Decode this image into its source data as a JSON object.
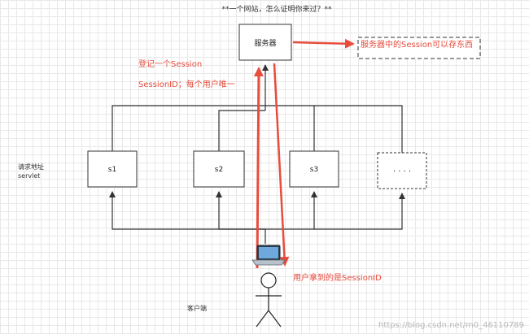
{
  "title": "**一个网站，怎么证明你来过？**",
  "server": {
    "label": "服务器"
  },
  "server_note": "服务器中的Session可以存东西",
  "red_labels": {
    "register": "登记一个Session",
    "session_id": "SessionID；每个用户唯一",
    "user_gets": "用户拿到的是SessionID"
  },
  "request": {
    "line1": "请求地址",
    "line2": "servlet"
  },
  "servlets": [
    {
      "label": "s1"
    },
    {
      "label": "s2"
    },
    {
      "label": "s3"
    },
    {
      "label": "· · · ·"
    }
  ],
  "client": {
    "label": "客户端"
  },
  "watermark": "https://blog.csdn.net/m0_46110789",
  "colors": {
    "accent": "#e74c3c",
    "line": "#333333"
  }
}
